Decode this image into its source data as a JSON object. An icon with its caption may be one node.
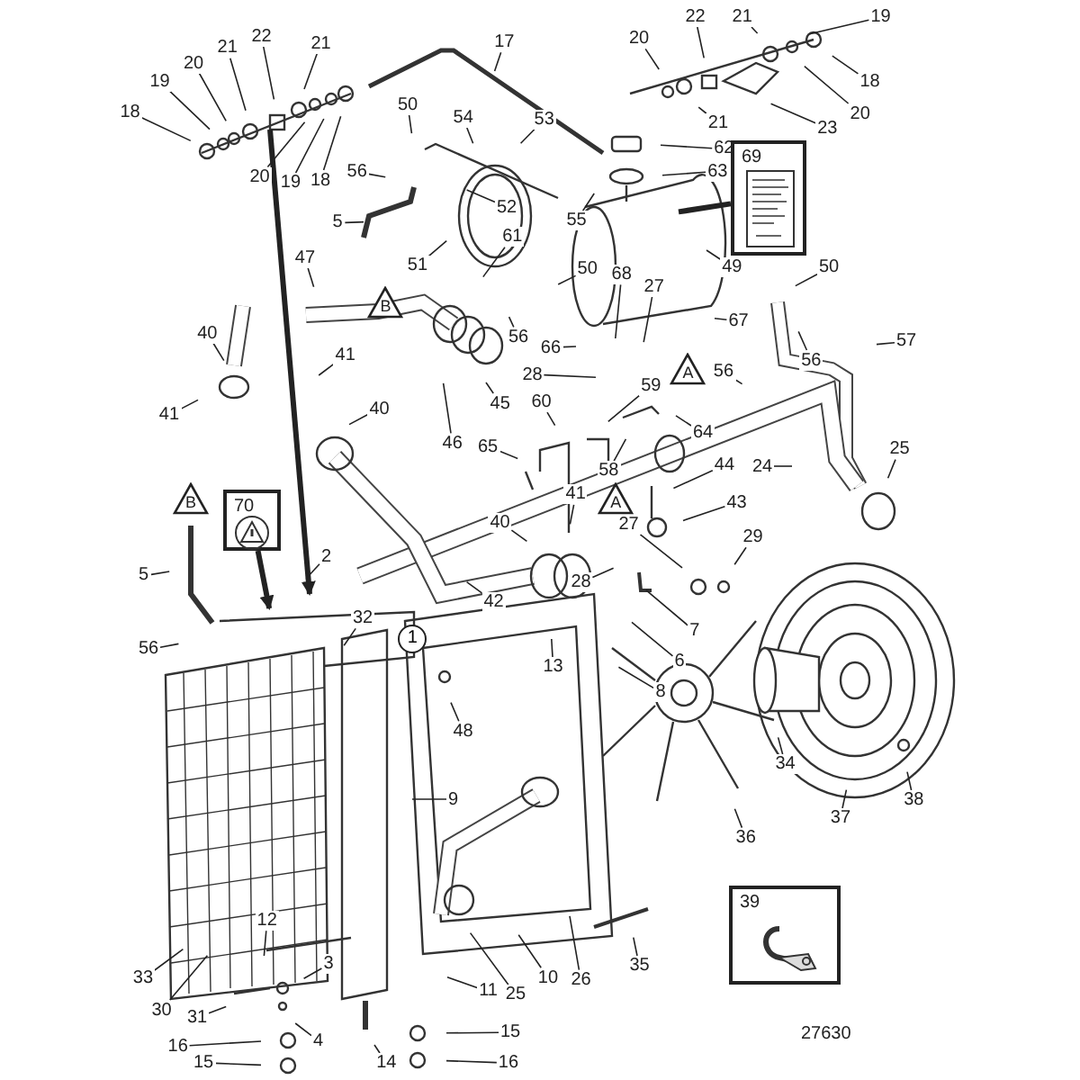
{
  "diagram": {
    "nodes": [
      {
        "text": [
          "18"
        ]
      },
      {
        "text": [
          "19"
        ]
      },
      {
        "text": [
          "20"
        ]
      },
      {
        "text": [
          "21"
        ]
      },
      {
        "text": [
          "22"
        ]
      },
      {
        "text": [
          "21"
        ]
      },
      {
        "text": [
          "20"
        ]
      },
      {
        "text": [
          "19"
        ]
      },
      {
        "text": [
          "18"
        ]
      },
      {
        "text": [
          "17"
        ]
      },
      {
        "text": [
          "20"
        ]
      },
      {
        "text": [
          "21"
        ]
      },
      {
        "text": [
          "22"
        ]
      },
      {
        "text": [
          "23"
        ]
      },
      {
        "text": [
          "21"
        ]
      },
      {
        "text": [
          "19"
        ]
      },
      {
        "text": [
          "20"
        ]
      },
      {
        "text": [
          "18"
        ]
      },
      {
        "text": [
          "50"
        ]
      },
      {
        "text": [
          "56"
        ]
      },
      {
        "text": [
          "5"
        ]
      },
      {
        "text": [
          "54"
        ]
      },
      {
        "text": [
          "53"
        ]
      },
      {
        "text": [
          "52"
        ]
      },
      {
        "text": [
          "51"
        ]
      },
      {
        "text": [
          "62"
        ]
      },
      {
        "text": [
          "63"
        ]
      },
      {
        "text": [
          "55"
        ]
      },
      {
        "text": [
          "69"
        ]
      },
      {
        "text": [
          "49"
        ]
      },
      {
        "text": [
          "50"
        ]
      },
      {
        "text": [
          "56"
        ]
      },
      {
        "text": [
          "57"
        ]
      },
      {
        "text": [
          "B"
        ]
      },
      {
        "text": [
          "47"
        ]
      },
      {
        "text": [
          "61"
        ]
      },
      {
        "text": [
          "56"
        ]
      },
      {
        "text": [
          "50"
        ]
      },
      {
        "text": [
          "40"
        ]
      },
      {
        "text": [
          "41"
        ]
      },
      {
        "text": [
          "45"
        ]
      },
      {
        "text": [
          "46"
        ]
      },
      {
        "text": [
          "66"
        ]
      },
      {
        "text": [
          "68"
        ]
      },
      {
        "text": [
          "27"
        ]
      },
      {
        "text": [
          "28"
        ]
      },
      {
        "text": [
          "67"
        ]
      },
      {
        "text": [
          "60"
        ]
      },
      {
        "text": [
          "59"
        ]
      },
      {
        "text": [
          "58"
        ]
      },
      {
        "text": [
          "65"
        ]
      },
      {
        "text": [
          "A"
        ]
      },
      {
        "text": [
          "64"
        ]
      },
      {
        "text": [
          "56"
        ]
      },
      {
        "text": [
          "24"
        ]
      },
      {
        "text": [
          "25"
        ]
      },
      {
        "text": [
          "44"
        ]
      },
      {
        "text": [
          "43"
        ]
      },
      {
        "text": [
          "A"
        ]
      },
      {
        "text": [
          "28"
        ]
      },
      {
        "text": [
          "27"
        ]
      },
      {
        "text": [
          "29"
        ]
      },
      {
        "text": [
          "41"
        ]
      },
      {
        "text": [
          "40"
        ]
      },
      {
        "text": [
          "41"
        ]
      },
      {
        "text": [
          "40"
        ]
      },
      {
        "text": [
          "42"
        ]
      },
      {
        "text": [
          "7"
        ]
      },
      {
        "text": [
          "6"
        ]
      },
      {
        "text": [
          "13"
        ]
      },
      {
        "text": [
          "8"
        ]
      },
      {
        "text": [
          "B"
        ]
      },
      {
        "text": [
          "70"
        ]
      },
      {
        "text": [
          "5"
        ]
      },
      {
        "text": [
          "2"
        ]
      },
      {
        "text": [
          "56"
        ]
      },
      {
        "text": [
          "32"
        ]
      },
      {
        "text": [
          "1"
        ]
      },
      {
        "text": [
          "48"
        ]
      },
      {
        "text": [
          "9"
        ]
      },
      {
        "text": [
          "34"
        ]
      },
      {
        "text": [
          "36"
        ]
      },
      {
        "text": [
          "37"
        ]
      },
      {
        "text": [
          "38"
        ]
      },
      {
        "text": [
          "33"
        ]
      },
      {
        "text": [
          "30"
        ]
      },
      {
        "text": [
          "12"
        ]
      },
      {
        "text": [
          "31"
        ]
      },
      {
        "text": [
          "3"
        ]
      },
      {
        "text": [
          "4"
        ]
      },
      {
        "text": [
          "16"
        ]
      },
      {
        "text": [
          "15"
        ]
      },
      {
        "text": [
          "14"
        ]
      },
      {
        "text": [
          "11"
        ]
      },
      {
        "text": [
          "15"
        ]
      },
      {
        "text": [
          "16"
        ]
      },
      {
        "text": [
          "25"
        ]
      },
      {
        "text": [
          "10"
        ]
      },
      {
        "text": [
          "26"
        ]
      },
      {
        "text": [
          "35"
        ]
      },
      {
        "text": [
          "39"
        ]
      }
    ],
    "edges": [
      {
        "from": 0,
        "to": null,
        "arrow": "none"
      },
      {
        "from": 1,
        "to": null,
        "arrow": "none"
      },
      {
        "from": 2,
        "to": null,
        "arrow": "none"
      },
      {
        "from": 3,
        "to": null,
        "arrow": "none"
      },
      {
        "from": 4,
        "to": null,
        "arrow": "none"
      },
      {
        "from": 5,
        "to": null,
        "arrow": "none"
      },
      {
        "from": 6,
        "to": null,
        "arrow": "none"
      },
      {
        "from": 7,
        "to": null,
        "arrow": "none"
      },
      {
        "from": 8,
        "to": null,
        "arrow": "none"
      },
      {
        "from": 9,
        "to": null,
        "arrow": "none"
      },
      {
        "from": 10,
        "to": null,
        "arrow": "none"
      },
      {
        "from": 11,
        "to": null,
        "arrow": "none"
      },
      {
        "from": 12,
        "to": null,
        "arrow": "none"
      },
      {
        "from": 13,
        "to": null,
        "arrow": "none"
      },
      {
        "from": 14,
        "to": null,
        "arrow": "none"
      },
      {
        "from": 15,
        "to": null,
        "arrow": "none"
      },
      {
        "from": 16,
        "to": null,
        "arrow": "none"
      },
      {
        "from": 17,
        "to": null,
        "arrow": "none"
      },
      {
        "from": 18,
        "to": null,
        "arrow": "none"
      },
      {
        "from": 19,
        "to": null,
        "arrow": "none"
      },
      {
        "from": 20,
        "to": null,
        "arrow": "none"
      },
      {
        "from": 21,
        "to": null,
        "arrow": "none"
      },
      {
        "from": 22,
        "to": null,
        "arrow": "none"
      },
      {
        "from": 23,
        "to": null,
        "arrow": "none"
      },
      {
        "from": 24,
        "to": null,
        "arrow": "none"
      },
      {
        "from": 25,
        "to": null,
        "arrow": "none"
      },
      {
        "from": 26,
        "to": null,
        "arrow": "none"
      },
      {
        "from": 27,
        "to": null,
        "arrow": "none"
      },
      {
        "from": 28,
        "to": null,
        "arrow": "none",
        "style": "thick"
      },
      {
        "from": 29,
        "to": null,
        "arrow": "none"
      },
      {
        "from": 30,
        "to": null,
        "arrow": "none"
      },
      {
        "from": 31,
        "to": null,
        "arrow": "none"
      },
      {
        "from": 32,
        "to": null,
        "arrow": "none"
      },
      {
        "from": 34,
        "to": null,
        "arrow": "none"
      },
      {
        "from": 35,
        "to": null,
        "arrow": "none"
      },
      {
        "from": 36,
        "to": null,
        "arrow": "none"
      },
      {
        "from": 37,
        "to": null,
        "arrow": "none"
      },
      {
        "from": 38,
        "to": null,
        "arrow": "none"
      },
      {
        "from": 39,
        "to": null,
        "arrow": "none"
      },
      {
        "from": 40,
        "to": null,
        "arrow": "none"
      },
      {
        "from": 41,
        "to": null,
        "arrow": "none"
      },
      {
        "from": 42,
        "to": null,
        "arrow": "none"
      },
      {
        "from": 43,
        "to": null,
        "arrow": "none"
      },
      {
        "from": 44,
        "to": null,
        "arrow": "none"
      },
      {
        "from": 45,
        "to": null,
        "arrow": "none"
      },
      {
        "from": 46,
        "to": null,
        "arrow": "none"
      },
      {
        "from": 47,
        "to": null,
        "arrow": "none"
      },
      {
        "from": 48,
        "to": null,
        "arrow": "none"
      },
      {
        "from": 49,
        "to": null,
        "arrow": "none"
      },
      {
        "from": 50,
        "to": null,
        "arrow": "none"
      },
      {
        "from": 52,
        "to": null,
        "arrow": "none"
      },
      {
        "from": 53,
        "to": null,
        "arrow": "none"
      },
      {
        "from": 54,
        "to": null,
        "arrow": "none"
      },
      {
        "from": 55,
        "to": null,
        "arrow": "none"
      },
      {
        "from": 56,
        "to": null,
        "arrow": "none"
      },
      {
        "from": 57,
        "to": null,
        "arrow": "none"
      },
      {
        "from": 59,
        "to": null,
        "arrow": "none"
      },
      {
        "from": 60,
        "to": null,
        "arrow": "none"
      },
      {
        "from": 61,
        "to": null,
        "arrow": "none"
      },
      {
        "from": 62,
        "to": null,
        "arrow": "none"
      },
      {
        "from": 63,
        "to": null,
        "arrow": "none"
      },
      {
        "from": 64,
        "to": null,
        "arrow": "none"
      },
      {
        "from": 65,
        "to": null,
        "arrow": "none"
      },
      {
        "from": 66,
        "to": null,
        "arrow": "none"
      },
      {
        "from": 67,
        "to": null,
        "arrow": "none"
      },
      {
        "from": 68,
        "to": null,
        "arrow": "none"
      },
      {
        "from": 69,
        "to": null,
        "arrow": "none"
      },
      {
        "from": 70,
        "to": null,
        "arrow": "none"
      },
      {
        "from": 72,
        "to": null,
        "arrow": "to",
        "style": "thick"
      },
      {
        "from": 73,
        "to": null,
        "arrow": "none"
      },
      {
        "from": 74,
        "to": null,
        "arrow": "none"
      },
      {
        "from": 75,
        "to": null,
        "arrow": "none"
      },
      {
        "from": 76,
        "to": null,
        "arrow": "none"
      },
      {
        "from": 78,
        "to": null,
        "arrow": "none"
      },
      {
        "from": 79,
        "to": null,
        "arrow": "none"
      },
      {
        "from": 80,
        "to": null,
        "arrow": "none"
      },
      {
        "from": 81,
        "to": null,
        "arrow": "none"
      },
      {
        "from": 82,
        "to": null,
        "arrow": "none"
      },
      {
        "from": 83,
        "to": null,
        "arrow": "none"
      },
      {
        "from": 84,
        "to": null,
        "arrow": "none"
      },
      {
        "from": 85,
        "to": null,
        "arrow": "none"
      },
      {
        "from": 86,
        "to": null,
        "arrow": "none"
      },
      {
        "from": 87,
        "to": null,
        "arrow": "none"
      },
      {
        "from": 88,
        "to": null,
        "arrow": "none"
      },
      {
        "from": 89,
        "to": null,
        "arrow": "none"
      },
      {
        "from": 90,
        "to": null,
        "arrow": "none"
      },
      {
        "from": 91,
        "to": null,
        "arrow": "none"
      },
      {
        "from": 92,
        "to": null,
        "arrow": "none"
      },
      {
        "from": 93,
        "to": null,
        "arrow": "none"
      },
      {
        "from": 94,
        "to": null,
        "arrow": "none"
      },
      {
        "from": 95,
        "to": null,
        "arrow": "none"
      },
      {
        "from": 96,
        "to": null,
        "arrow": "none"
      },
      {
        "from": 97,
        "to": null,
        "arrow": "none"
      },
      {
        "from": 98,
        "to": null,
        "arrow": "none"
      },
      {
        "from": 99,
        "to": null,
        "arrow": "none"
      }
    ],
    "labels": [
      "27630"
    ]
  }
}
